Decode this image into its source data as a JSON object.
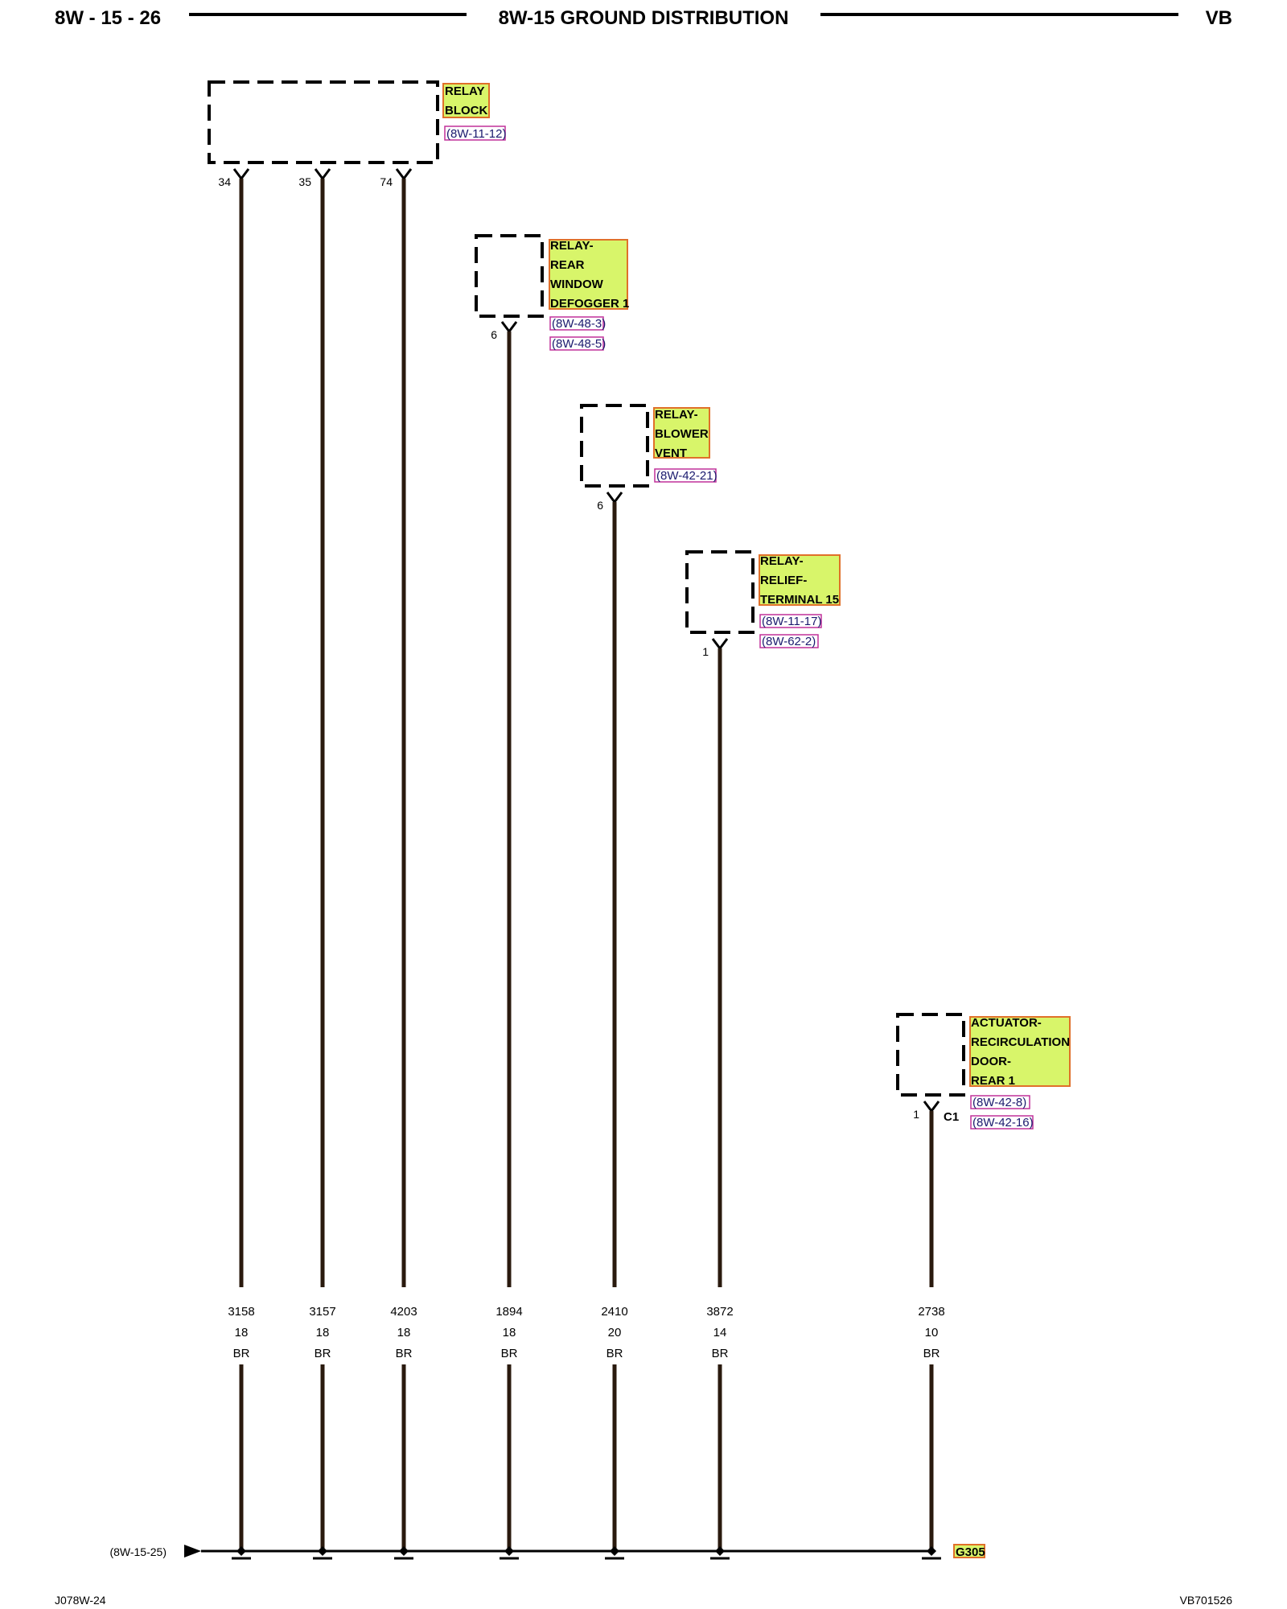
{
  "header": {
    "page_number": "8W - 15 - 26",
    "title": "8W-15 GROUND DISTRIBUTION",
    "model_code": "VB"
  },
  "footer": {
    "left_code": "J078W-24",
    "right_code": "VB701526"
  },
  "connector_label": "C1",
  "ground": {
    "name": "G305",
    "continuation_ref": "(8W-15-25)"
  },
  "components": [
    {
      "id": "relay-block",
      "lines": [
        "RELAY",
        "BLOCK"
      ],
      "refs": [
        "(8W-11-12)"
      ],
      "pins": [
        "34",
        "35",
        "74"
      ]
    },
    {
      "id": "relay-rear-window-defogger",
      "lines": [
        "RELAY-",
        "REAR",
        "WINDOW",
        "DEFOGGER 1"
      ],
      "refs": [
        "(8W-48-3)",
        "(8W-48-5)"
      ],
      "pins": [
        "6"
      ]
    },
    {
      "id": "relay-blower-vent",
      "lines": [
        "RELAY-",
        "BLOWER",
        "VENT"
      ],
      "refs": [
        "(8W-42-21)"
      ],
      "pins": [
        "6"
      ]
    },
    {
      "id": "relay-relief-terminal-15",
      "lines": [
        "RELAY-",
        "RELIEF-",
        "TERMINAL 15"
      ],
      "refs": [
        "(8W-11-17)",
        "(8W-62-2)"
      ],
      "pins": [
        "1"
      ]
    },
    {
      "id": "actuator-recirculation-door-rear",
      "lines": [
        "ACTUATOR-",
        "RECIRCULATION",
        "DOOR-",
        "REAR 1"
      ],
      "refs": [
        "(8W-42-8)",
        "(8W-42-16)"
      ],
      "pins": [
        "1"
      ]
    }
  ],
  "wires": [
    {
      "circuit": "3158",
      "gauge": "18",
      "color": "BR"
    },
    {
      "circuit": "3157",
      "gauge": "18",
      "color": "BR"
    },
    {
      "circuit": "4203",
      "gauge": "18",
      "color": "BR"
    },
    {
      "circuit": "1894",
      "gauge": "18",
      "color": "BR"
    },
    {
      "circuit": "2410",
      "gauge": "20",
      "color": "BR"
    },
    {
      "circuit": "3872",
      "gauge": "14",
      "color": "BR"
    },
    {
      "circuit": "2738",
      "gauge": "10",
      "color": "BR"
    }
  ],
  "colors": {
    "wire": "#2a1a0e",
    "label_fill": "#d8f56a",
    "label_border": "#e0702a",
    "ref_border": "#c0309a"
  }
}
